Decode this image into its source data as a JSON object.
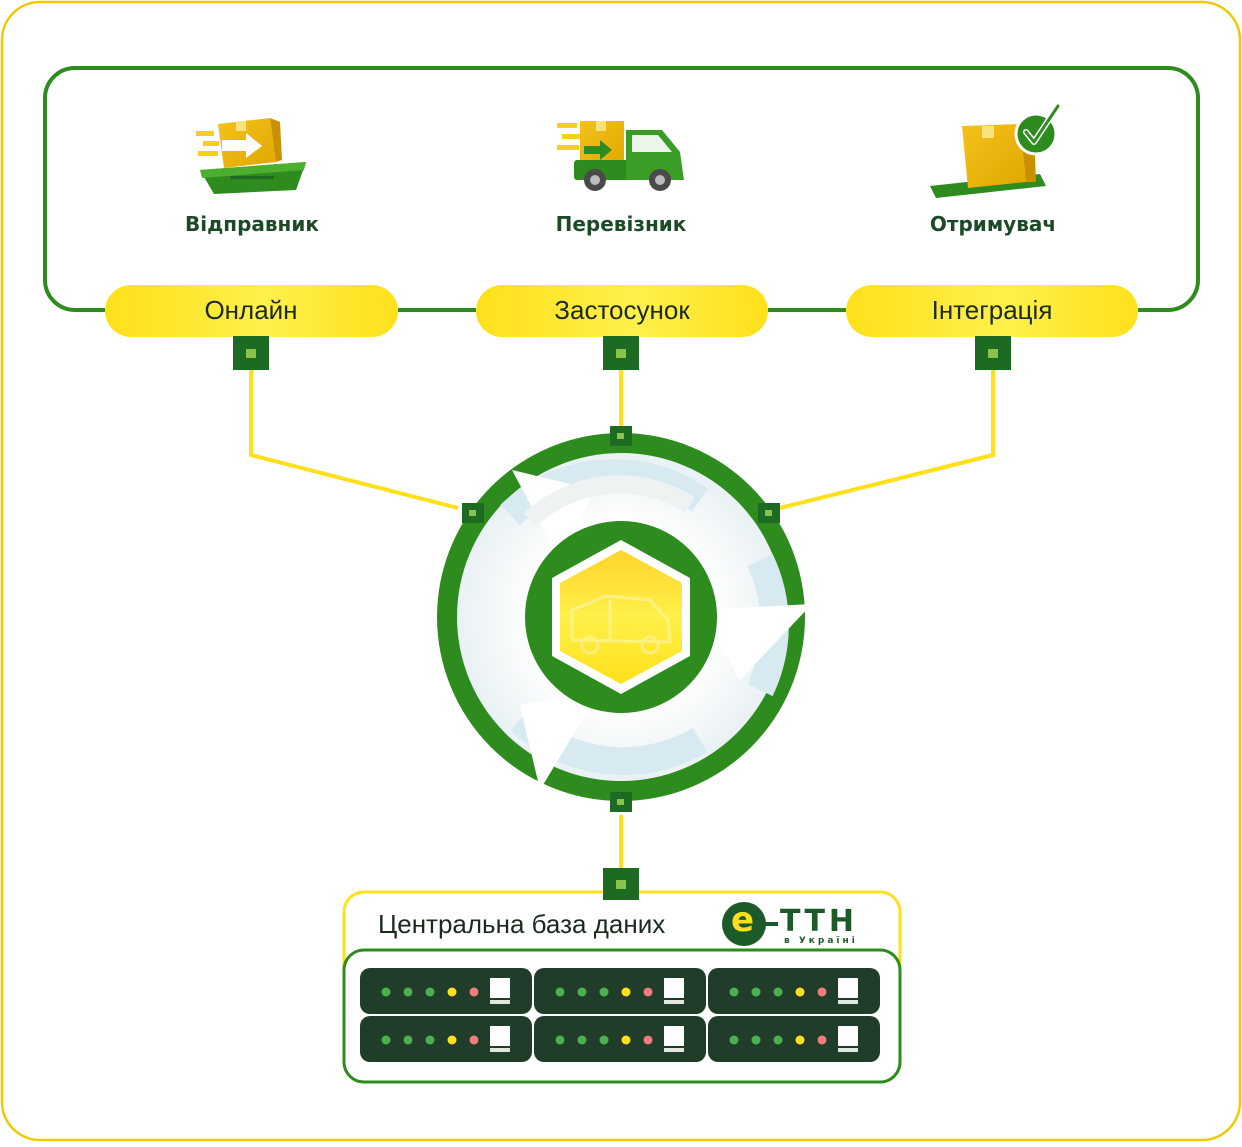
{
  "roles": [
    {
      "key": "sender",
      "label": "Відправник"
    },
    {
      "key": "carrier",
      "label": "Перевізник"
    },
    {
      "key": "receiver",
      "label": "Отримувач"
    }
  ],
  "channels": [
    {
      "key": "online",
      "label": "Онлайн"
    },
    {
      "key": "app",
      "label": "Застосунок"
    },
    {
      "key": "integration",
      "label": "Інтеграція"
    }
  ],
  "database": {
    "title": "Центральна база даних",
    "logo": {
      "mark": "e",
      "text": "ТТН",
      "subtext": "в Україні"
    }
  },
  "colors": {
    "green_dark": "#1d6b23",
    "green": "#2e8b1e",
    "yellow": "#ffe01b",
    "yellow_light": "#fff176",
    "server_body": "#1f3d28",
    "frame_border": "#f2c800"
  },
  "icons": {
    "sender": "ship-with-parcel-icon",
    "carrier": "delivery-truck-icon",
    "receiver": "parcel-with-checkmark-icon",
    "hub": "truck-in-hexagon-icon",
    "cycle": "circular-arrows-icon"
  }
}
